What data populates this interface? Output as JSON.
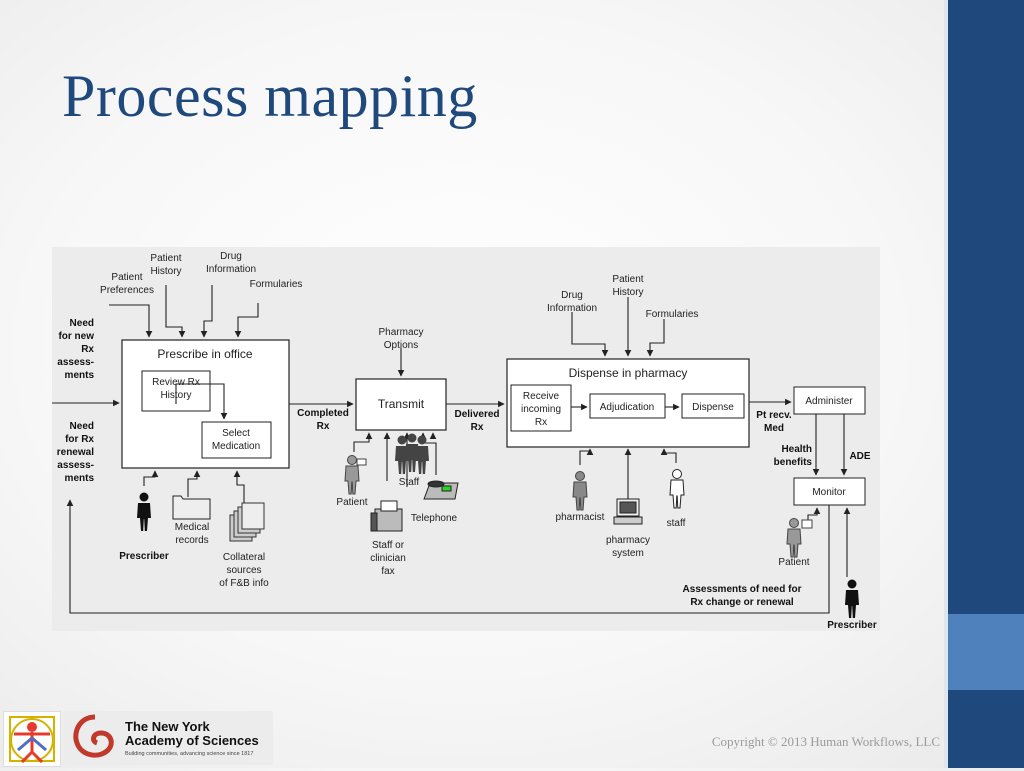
{
  "slide": {
    "title": "Process mapping",
    "copyright": "Copyright © 2013 Human Workflows, LLC",
    "logo": {
      "name": "The New York\nAcademy of Sciences",
      "tagline": "Building communities, advancing science since 1817"
    }
  },
  "colors": {
    "title": "#1f497d",
    "sidebar": "#1f497d",
    "sidebar_accent": "#4f81bd"
  },
  "diagram": {
    "inputs_prescribe": [
      "Patient\nPreferences",
      "Patient\nHistory",
      "Drug\nInformation",
      "Formularies"
    ],
    "side_inputs": [
      "Need\nfor new\nRx\nassess-\nments",
      "Need\nfor Rx\nrenewal\nassess-\nments"
    ],
    "prescribe": {
      "title": "Prescribe in office",
      "review": "Review Rx\nHistory",
      "select": "Select\nMedication"
    },
    "prescribe_resources": {
      "prescriber": "Prescriber",
      "medical_records": "Medical\nrecords",
      "collateral": "Collateral\nsources\nof F&B info"
    },
    "completed_rx": "Completed\nRx",
    "pharmacy_options": "Pharmacy\nOptions",
    "transmit": "Transmit",
    "transmit_resources": {
      "patient": "Patient",
      "staff": "Staff",
      "telephone": "Telephone",
      "fax": "Staff or\nclinician\nfax"
    },
    "delivered_rx": "Delivered\nRx",
    "inputs_dispense": [
      "Drug\nInformation",
      "Patient\nHistory",
      "Formularies"
    ],
    "dispense": {
      "title": "Dispense in pharmacy",
      "receive": "Receive\nincoming\nRx",
      "adjudication": "Adjudication",
      "dispense": "Dispense"
    },
    "dispense_resources": {
      "pharmacist": "pharmacist",
      "system": "pharmacy\nsystem",
      "staff": "staff"
    },
    "pt_recv_med": "Pt recv.\nMed",
    "administer": "Administer",
    "health_benefits": "Health\nbenefits",
    "ade": "ADE",
    "monitor": "Monitor",
    "monitor_patient": "Patient",
    "assessments": "Assessments of need for\nRx change  or renewal",
    "prescriber_bottom": "Prescriber"
  }
}
